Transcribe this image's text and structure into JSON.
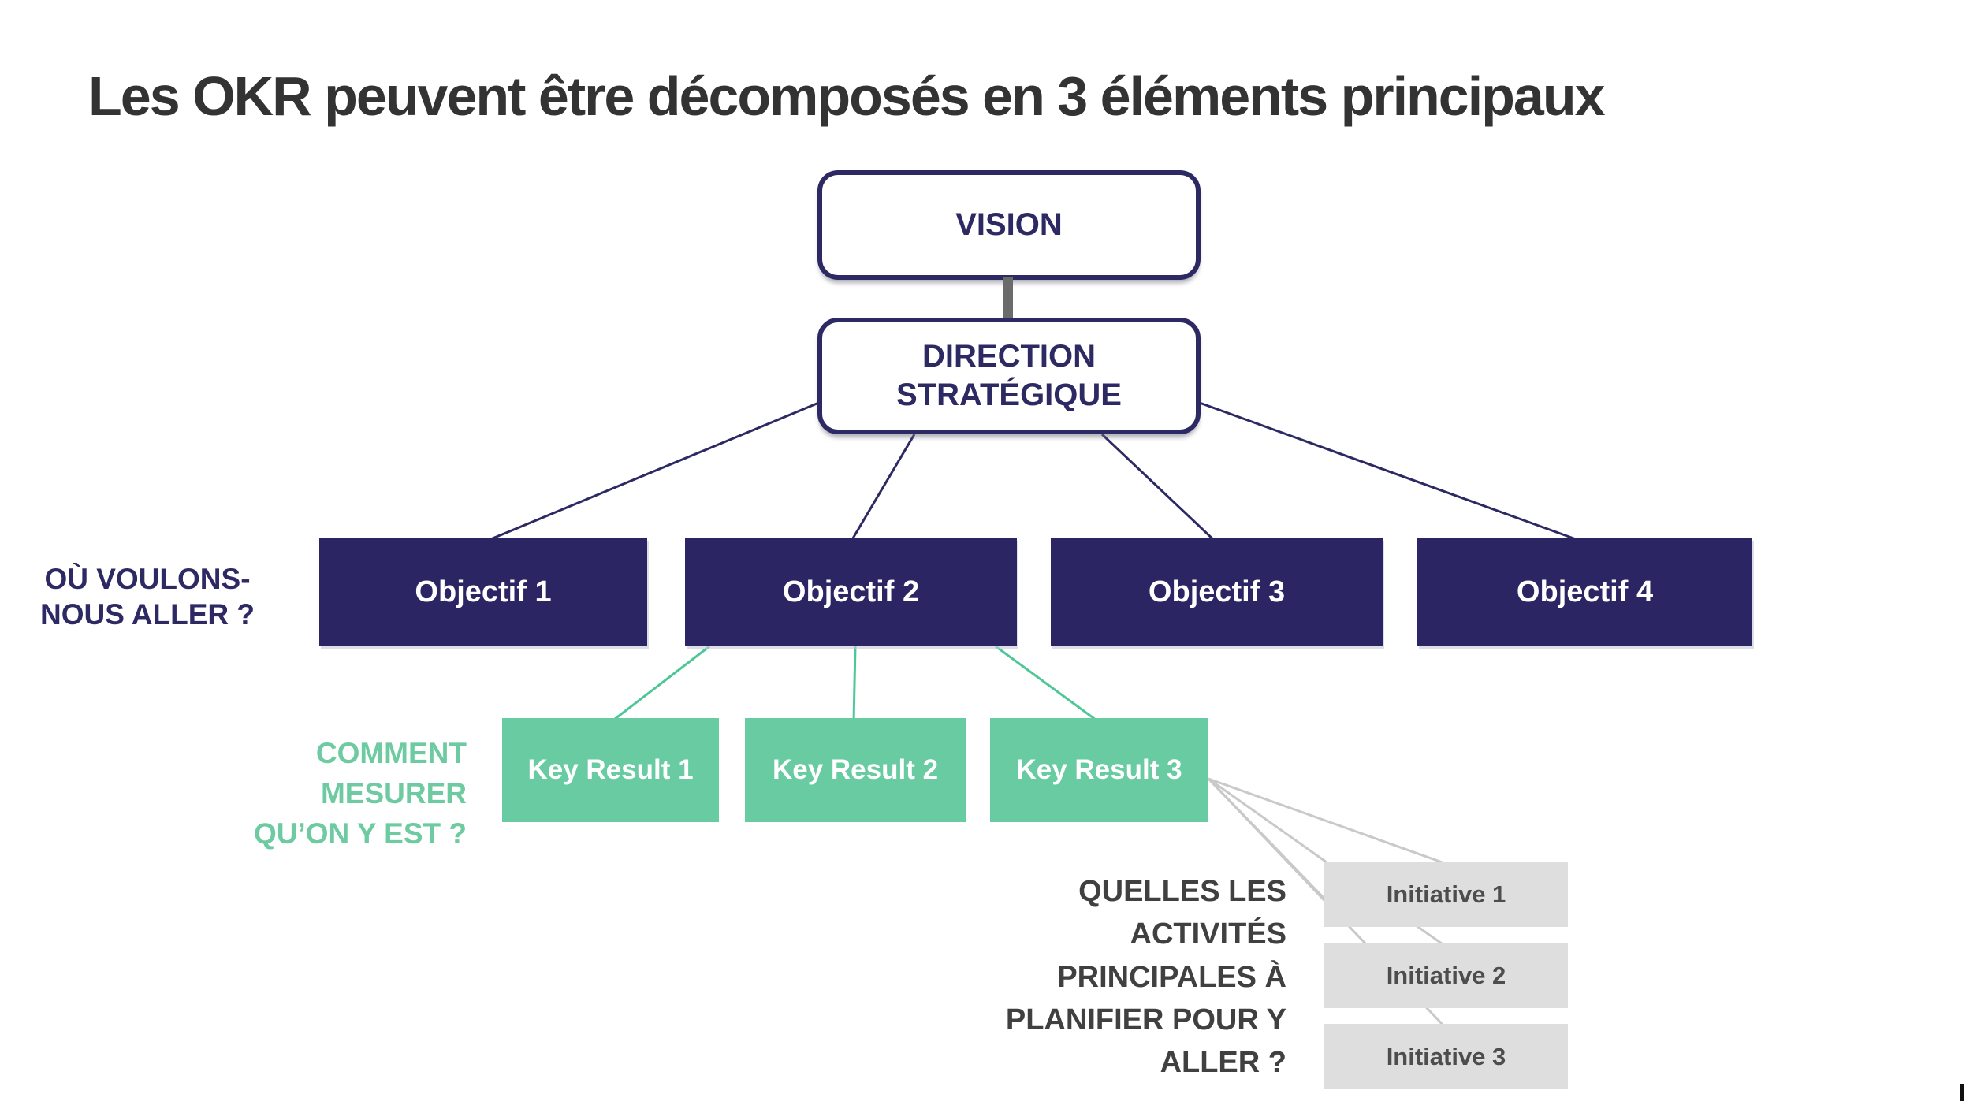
{
  "title": "Les OKR peuvent être décomposés en 3 éléments principaux",
  "hierarchy": {
    "vision": {
      "label": "VISION"
    },
    "direction": {
      "label": "DIRECTION STRATÉGIQUE"
    },
    "objectives": [
      {
        "label": "Objectif 1"
      },
      {
        "label": "Objectif 2"
      },
      {
        "label": "Objectif 3"
      },
      {
        "label": "Objectif 4"
      }
    ],
    "key_results": [
      {
        "label": "Key Result 1"
      },
      {
        "label": "Key Result 2"
      },
      {
        "label": "Key Result 3"
      }
    ],
    "initiatives": [
      {
        "label": "Initiative 1"
      },
      {
        "label": "Initiative 2"
      },
      {
        "label": "Initiative 3"
      }
    ]
  },
  "annotations": {
    "where": {
      "lines": [
        "OÙ VOULONS-",
        "NOUS ALLER ?"
      ]
    },
    "measure": {
      "lines": [
        "COMMENT",
        "MESURER",
        "QU’ON Y EST ?"
      ]
    },
    "activities": {
      "lines": [
        "QUELLES LES",
        "ACTIVITÉS",
        "PRINCIPALES À",
        "PLANIFIER POUR Y",
        "ALLER ?"
      ]
    }
  },
  "colors": {
    "title_text": "#333333",
    "navy_outline": "#2d2963",
    "navy_box_fill": "#2b2663",
    "green_box_fill": "#69cba2",
    "green_line": "#4ec796",
    "green_label_text": "#6dcaa1",
    "initiative_box_fill": "#dedede",
    "initiative_text": "#4d4d4d",
    "dark_label_text": "#404040",
    "vision_connector_gray": "#6b6b6b",
    "fan_line_gray": "#c9c9c9",
    "box_text_white": "#ffffff"
  }
}
